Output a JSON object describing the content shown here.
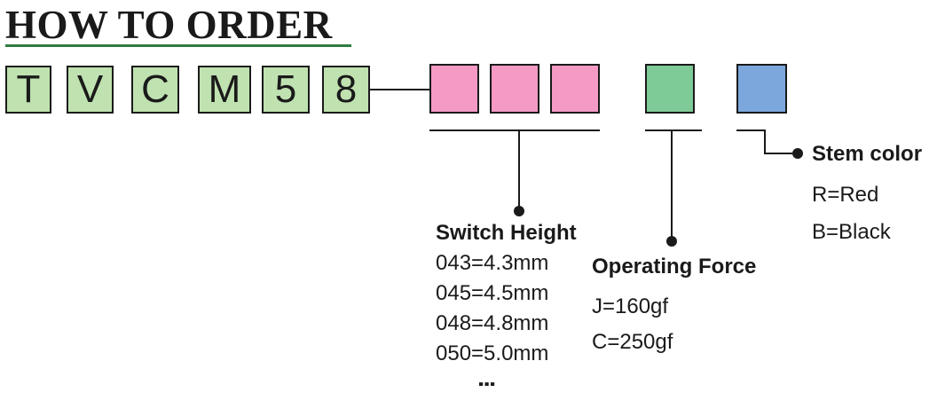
{
  "title": "HOW TO ORDER",
  "model_code": [
    "T",
    "V",
    "C",
    "M",
    "5",
    "8"
  ],
  "switch_height": {
    "heading": "Switch Height",
    "options": [
      "043=4.3mm",
      "045=4.5mm",
      "048=4.8mm",
      "050=5.0mm"
    ],
    "continuation": "⋮"
  },
  "operating_force": {
    "heading": "Operating Force",
    "options": [
      "J=160gf",
      "C=250gf"
    ]
  },
  "stem_color": {
    "heading": "Stem color",
    "options": [
      "R=Red",
      "B=Black"
    ]
  },
  "colors": {
    "code_box": "#bfe2b0",
    "switch_height_slot": "#f49ac4",
    "operating_force_slot": "#7fcb97",
    "stem_color_slot": "#7ba7dd",
    "title_underline": "#2f7d3f"
  }
}
